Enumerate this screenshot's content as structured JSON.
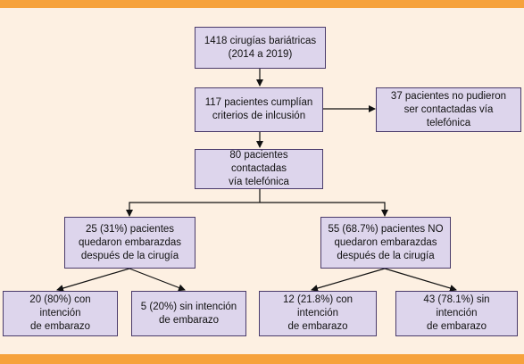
{
  "colors": {
    "background": "#fdf0e2",
    "accent_bar": "#f6a23c",
    "box_fill": "#ddd5ec",
    "box_border": "#4a3b6b"
  },
  "flowchart": {
    "node_surgeries": "1418 cirugías bariátricas\n(2014 a 2019)",
    "node_inclusion": "117 pacientes cumplían\ncriterios de inlcusión",
    "node_not_contacted": "37 pacientes no pudieron\nser contactadas vía telefónica",
    "node_contacted": "80 pacientes contactadas\nvía telefónica",
    "node_pregnant": "25 (31%) pacientes\nquedaron embarazdas\ndespués de la cirugía",
    "node_not_pregnant": "55 (68.7%) pacientes NO\nquedaron embarazdas\ndespués de la cirugía",
    "node_pregnant_intent": "20 (80%) con intención\nde embarazo",
    "node_pregnant_no_intent": "5 (20%) sin intención\nde embarazo",
    "node_not_pregnant_intent": "12 (21.8%) con intención\nde embarazo",
    "node_not_pregnant_no_intent": "43 (78.1%) sin intención\nde embarazo"
  }
}
